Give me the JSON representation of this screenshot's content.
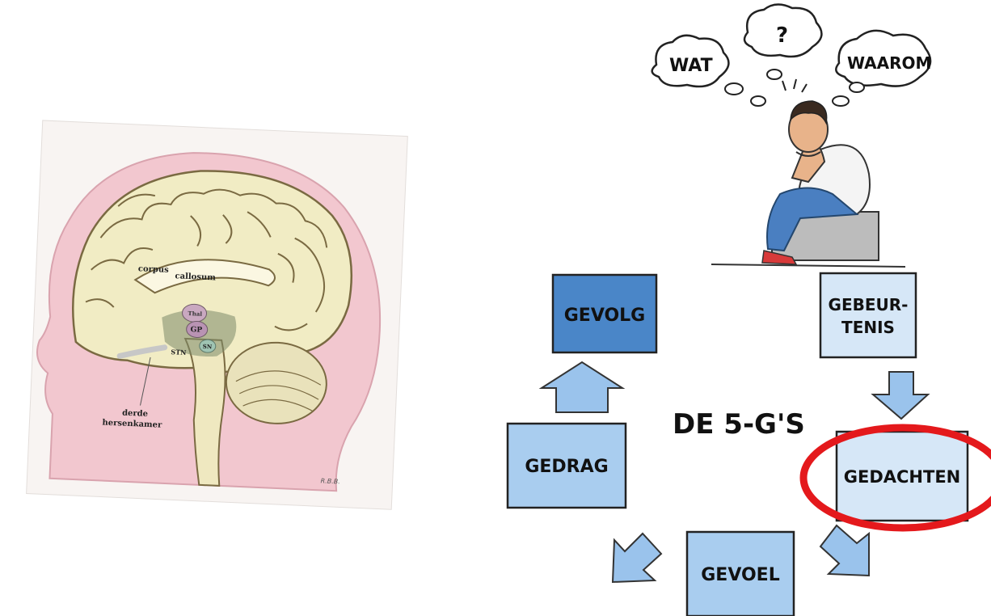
{
  "brain": {
    "labels": {
      "corpus": "corpus",
      "callosum": "callosum",
      "thal": "Thal",
      "gp": "GP",
      "sn": "SN",
      "stn": "STN",
      "derde": "derde",
      "hersenkamer": "hersenkamer",
      "signature": "R.B.B."
    }
  },
  "thoughts": {
    "left": "WAT",
    "middle": "?",
    "right": "WAAROM"
  },
  "cycle": {
    "title": "DE 5-G'S",
    "boxes": {
      "gevolg": "GEVOLG",
      "gebeurtenis_line1": "GEBEUR-",
      "gebeurtenis_line2": "TENIS",
      "gedachten": "GEDACHTEN",
      "gevoel": "GEVOEL",
      "gedrag": "GEDRAG"
    },
    "highlighted": "GEDACHTEN",
    "colors": {
      "dark_box": "#4a86c8",
      "light_box": "#a9cdef",
      "pale_box": "#d6e7f7",
      "arrow": "#9ac3ec",
      "highlight": "#e4191c"
    }
  }
}
